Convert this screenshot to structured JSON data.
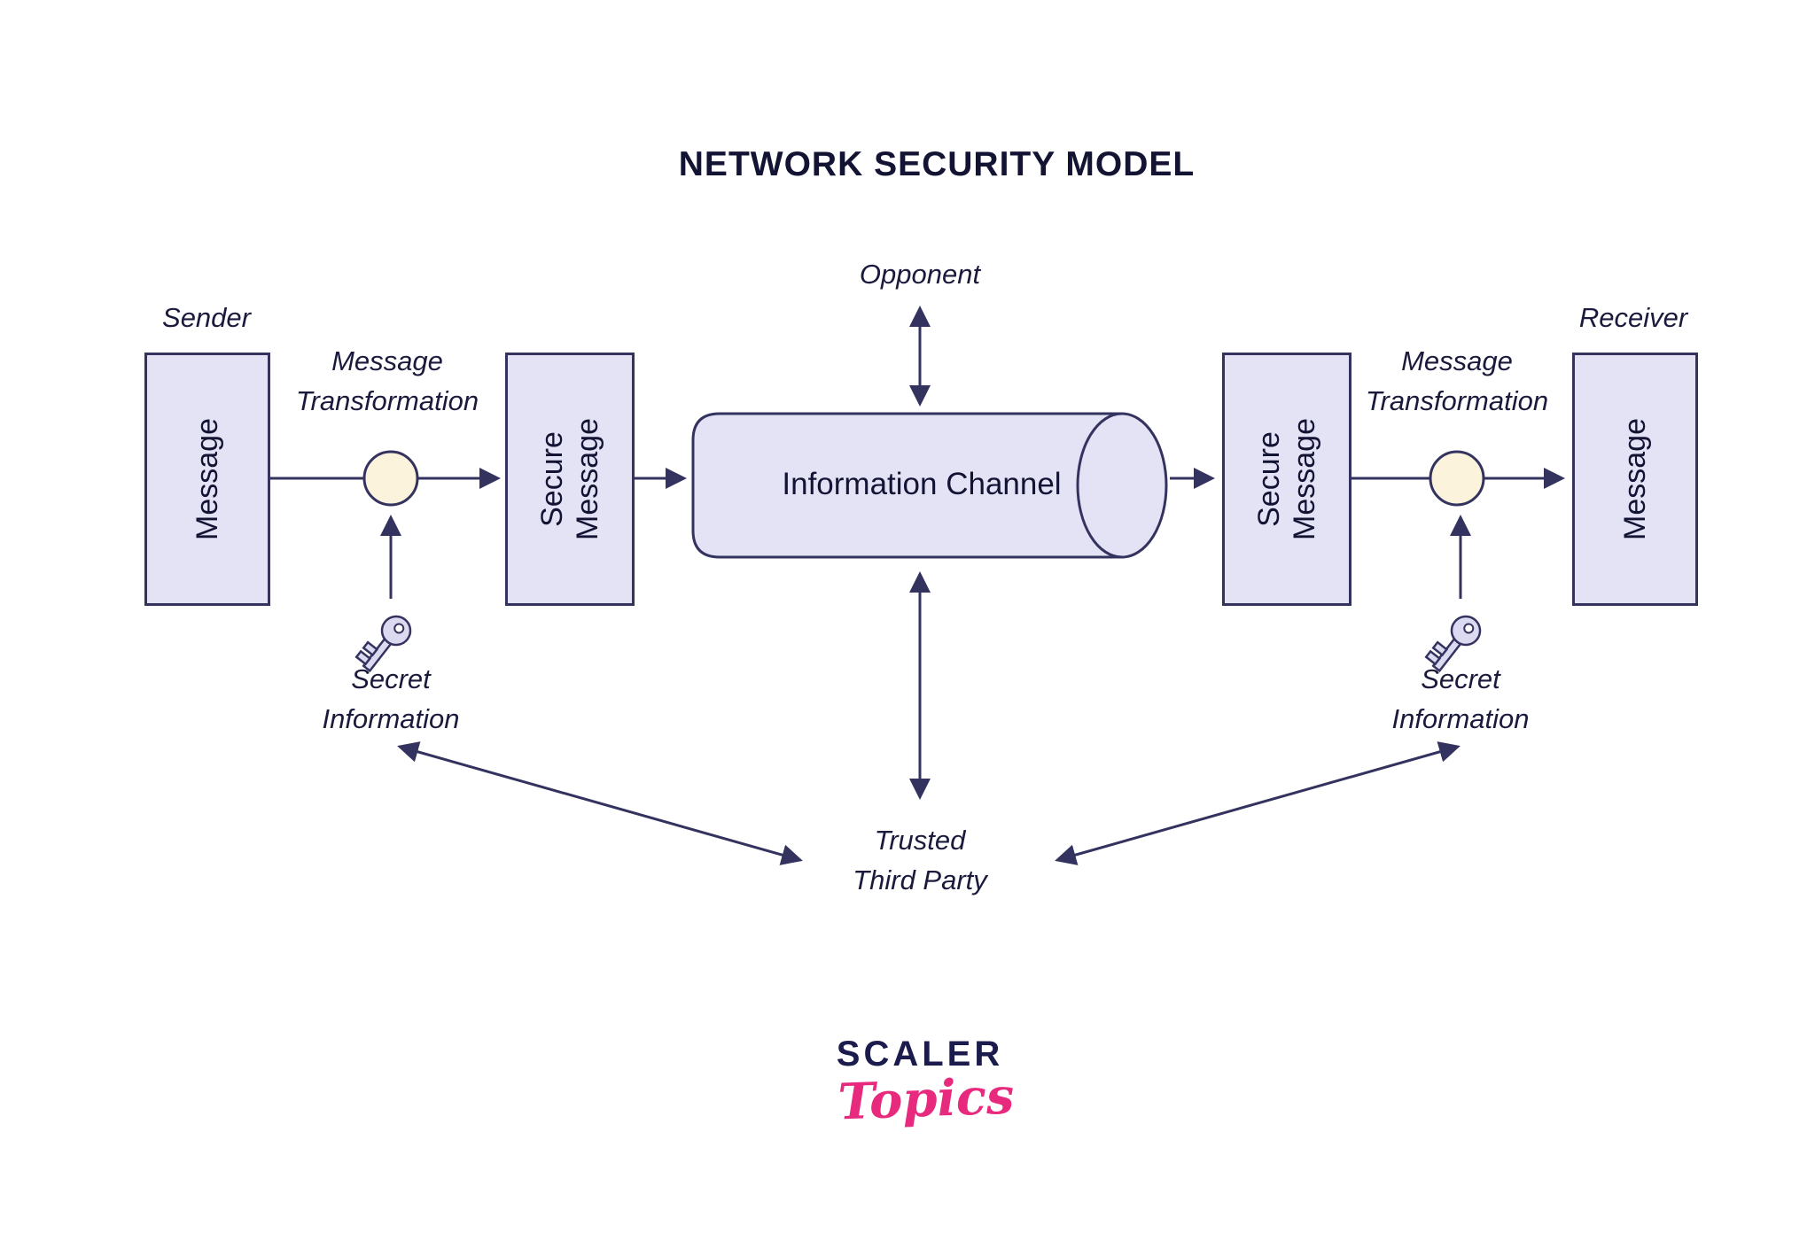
{
  "title": "NETWORK SECURITY MODEL",
  "roles": {
    "sender": "Sender",
    "receiver": "Receiver",
    "opponent": "Opponent"
  },
  "labels": {
    "message_transformation_line1": "Message",
    "message_transformation_line2": "Transformation",
    "secret_information_line1": "Secret",
    "secret_information_line2": "Information",
    "trusted_third_party_line1": "Trusted",
    "trusted_third_party_line2": "Third Party"
  },
  "nodes": {
    "message": "Message",
    "secure_message_line1": "Secure",
    "secure_message_line2": "Message",
    "information_channel": "Information Channel"
  },
  "logo": {
    "brand": "SCALER",
    "sub": "Topics"
  },
  "colors": {
    "line": "#34335F",
    "box_fill": "#E4E3F6",
    "transform_circle_fill": "#FCF3DC",
    "key_fill": "#DCDAF0",
    "title_text": "#131334",
    "logo_pink": "#E82A7E"
  }
}
